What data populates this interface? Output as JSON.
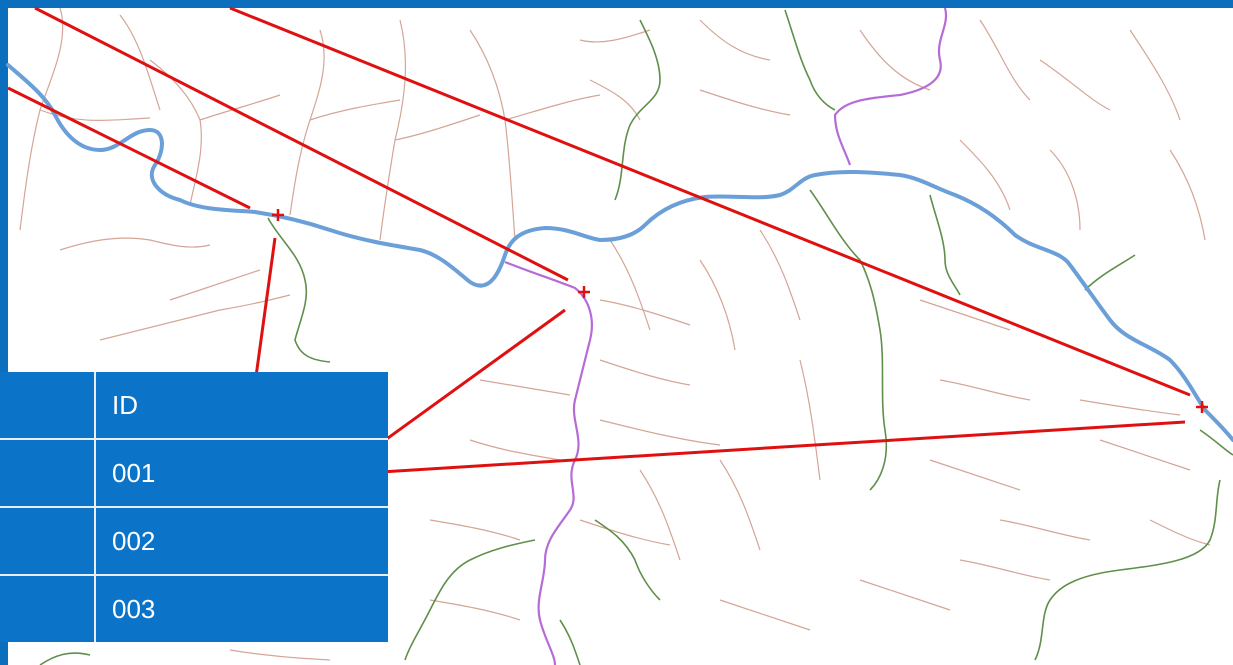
{
  "colors": {
    "frame": "#0b6fbd",
    "main_river": "#6a9fd8",
    "purple_stream": "#b56cd6",
    "green_stream": "#5f8f4a",
    "minor_stream": "#d4a596",
    "pointer": "#e01010",
    "table_fill": "#0b74c9",
    "table_text": "#ffffff"
  },
  "table": {
    "header": [
      "",
      "ID"
    ],
    "rows": [
      {
        "key": "",
        "id": "001"
      },
      {
        "key": "",
        "id": "002"
      },
      {
        "key": "",
        "id": "003"
      }
    ]
  },
  "icons": {
    "point_marker": "red-cross-icon"
  }
}
